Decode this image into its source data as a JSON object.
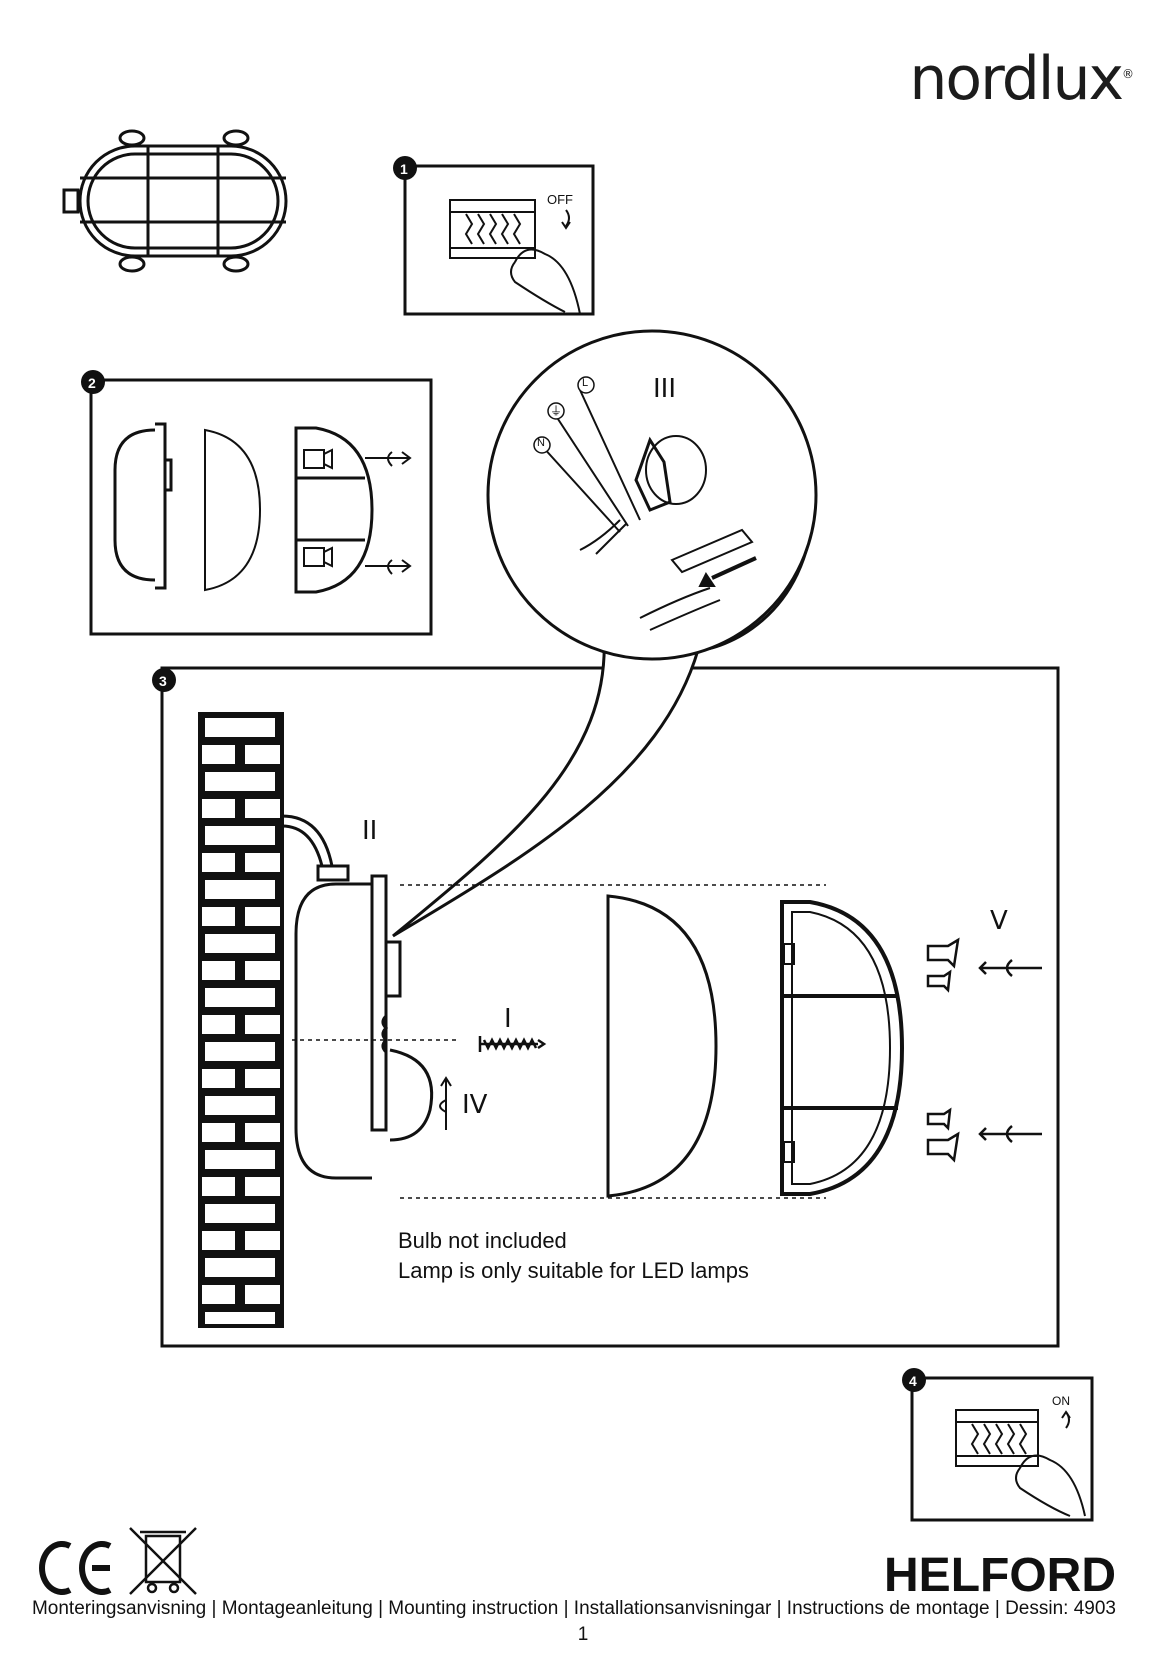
{
  "brand": {
    "logo_text": "nordlux",
    "registered_mark": "®"
  },
  "steps": [
    {
      "number": "1",
      "switch_label": "OFF"
    },
    {
      "number": "2"
    },
    {
      "number": "3"
    },
    {
      "number": "4",
      "switch_label": "ON"
    }
  ],
  "detail_view": {
    "roman": "III",
    "wire_labels": [
      "L",
      "⏚",
      "N"
    ]
  },
  "assembly_labels": {
    "i": "I",
    "ii": "II",
    "iv": "IV",
    "v": "V"
  },
  "notes": [
    "Bulb not included",
    "Lamp is only suitable for LED lamps"
  ],
  "certifications": [
    "CE",
    "WEEE bin"
  ],
  "product_name": "HELFORD",
  "footer_text": "Monteringsanvisning | Montageanleitung | Mounting instruction | Installationsanvisningar | Instructions de montage | Dessin: 4903",
  "page_number": "1"
}
